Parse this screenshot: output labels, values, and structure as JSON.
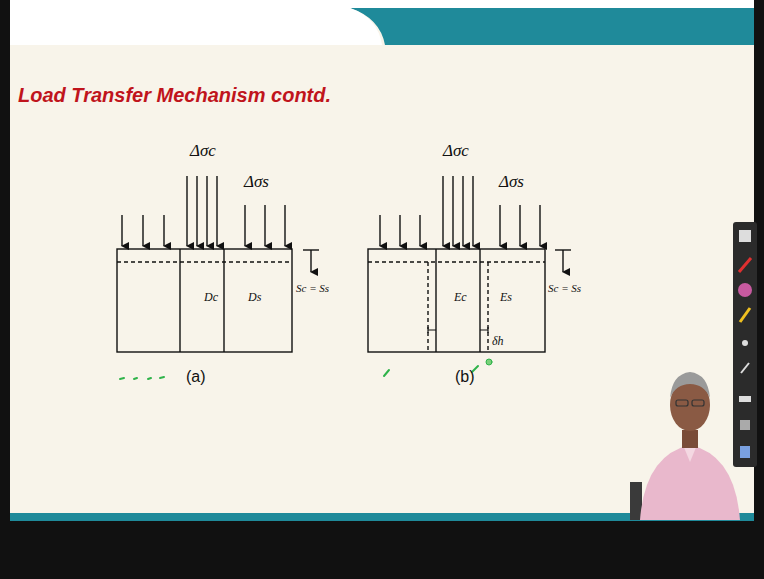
{
  "diagram": {
    "title": "Load Transfer Mechanism contd.",
    "nodes": [
      {
        "text": [
          "Dc"
        ]
      },
      {
        "text": [
          "Ds"
        ]
      },
      {
        "text": [
          "Ec"
        ]
      },
      {
        "text": [
          "Es"
        ]
      }
    ],
    "labels": [
      "Δσc",
      "Δσs",
      "Sc = Ss",
      "(a)",
      "Δσc",
      "Δσs",
      "Sc = Ss",
      "δh",
      "(b)"
    ]
  }
}
